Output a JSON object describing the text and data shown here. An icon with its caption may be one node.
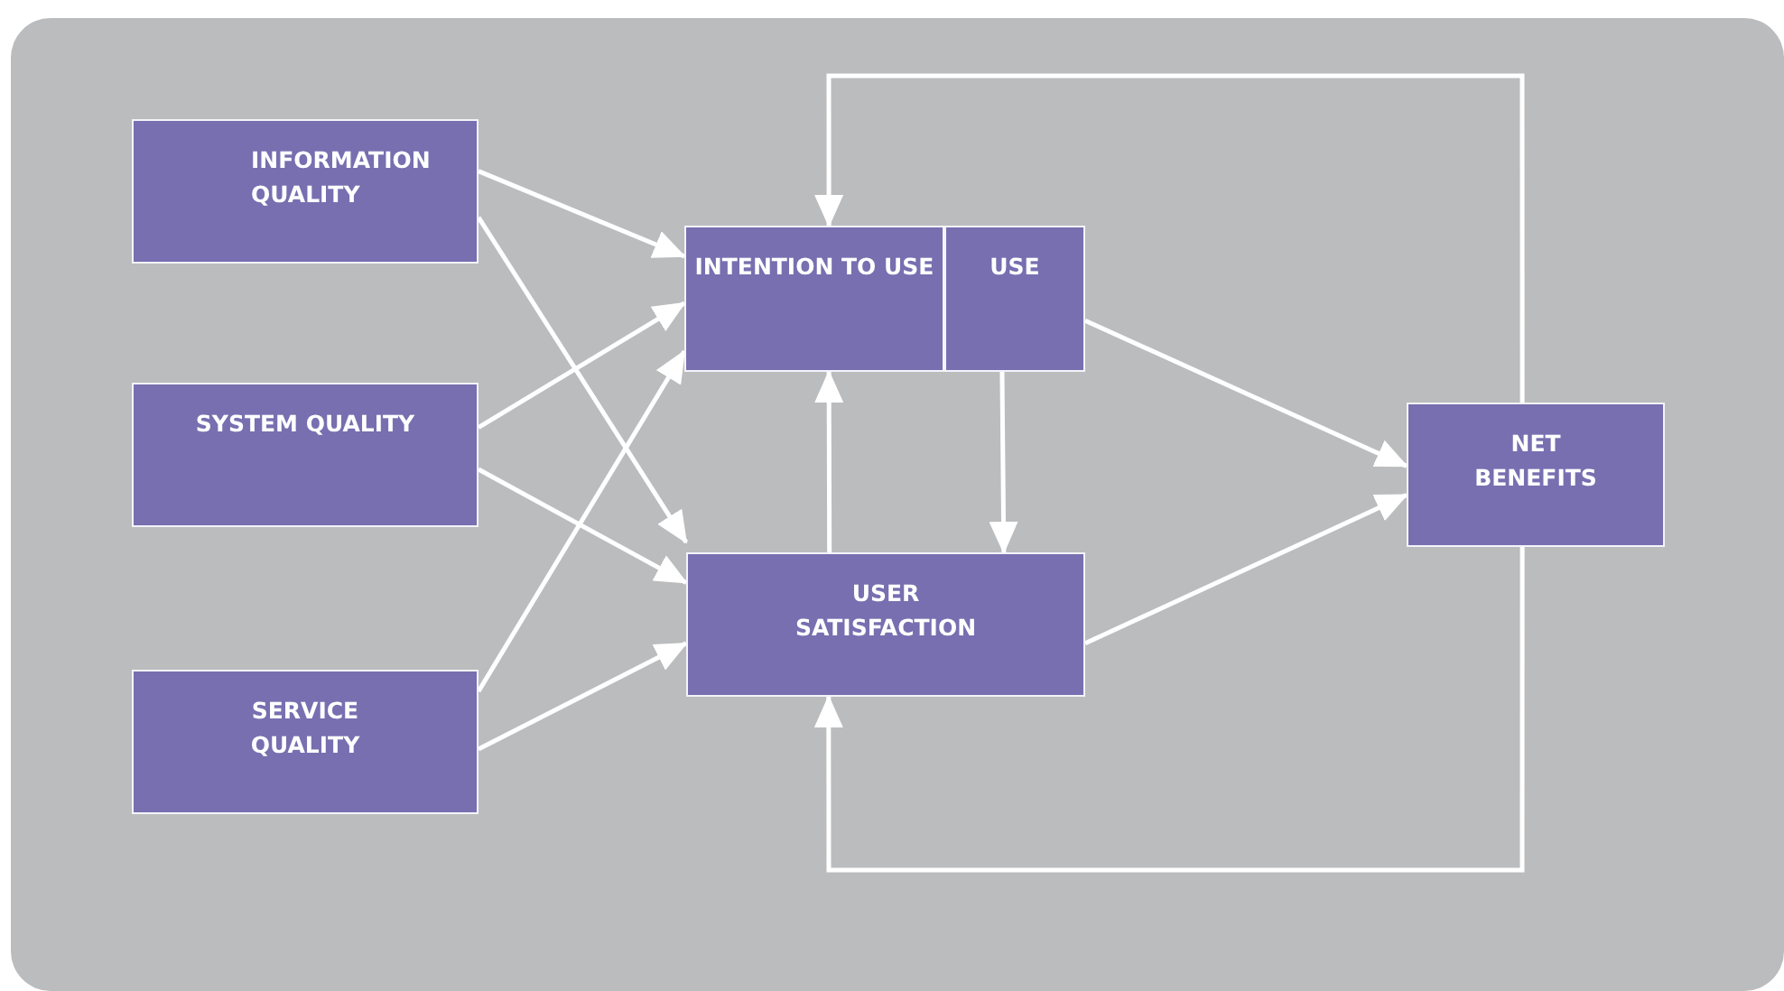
{
  "diagram": {
    "nodes": [
      {
        "text": [
          "INFORMATION QUALITY"
        ]
      },
      {
        "text": [
          "SYSTEM QUALITY"
        ]
      },
      {
        "text": [
          "SERVICE QUALITY"
        ]
      },
      {
        "text": [
          "INTENTION TO USE"
        ]
      },
      {
        "text": [
          "USE"
        ]
      },
      {
        "text": [
          "USER SATISFACTION"
        ]
      },
      {
        "text": [
          "NET BENEFITS"
        ]
      }
    ],
    "edges": [
      {
        "from": 0,
        "to": 3,
        "arrow": "to"
      },
      {
        "from": 0,
        "to": 5,
        "arrow": "to"
      },
      {
        "from": 1,
        "to": 3,
        "arrow": "to"
      },
      {
        "from": 1,
        "to": 5,
        "arrow": "to"
      },
      {
        "from": 2,
        "to": 3,
        "arrow": "to"
      },
      {
        "from": 2,
        "to": 5,
        "arrow": "to"
      },
      {
        "from": 5,
        "to": 3,
        "arrow": "to"
      },
      {
        "from": 4,
        "to": 5,
        "arrow": "to"
      },
      {
        "from": 4,
        "to": 6,
        "arrow": "to"
      },
      {
        "from": 5,
        "to": 6,
        "arrow": "to"
      },
      {
        "from": 6,
        "to": 3,
        "arrow": "to"
      },
      {
        "from": 6,
        "to": 5,
        "arrow": "to"
      }
    ]
  }
}
